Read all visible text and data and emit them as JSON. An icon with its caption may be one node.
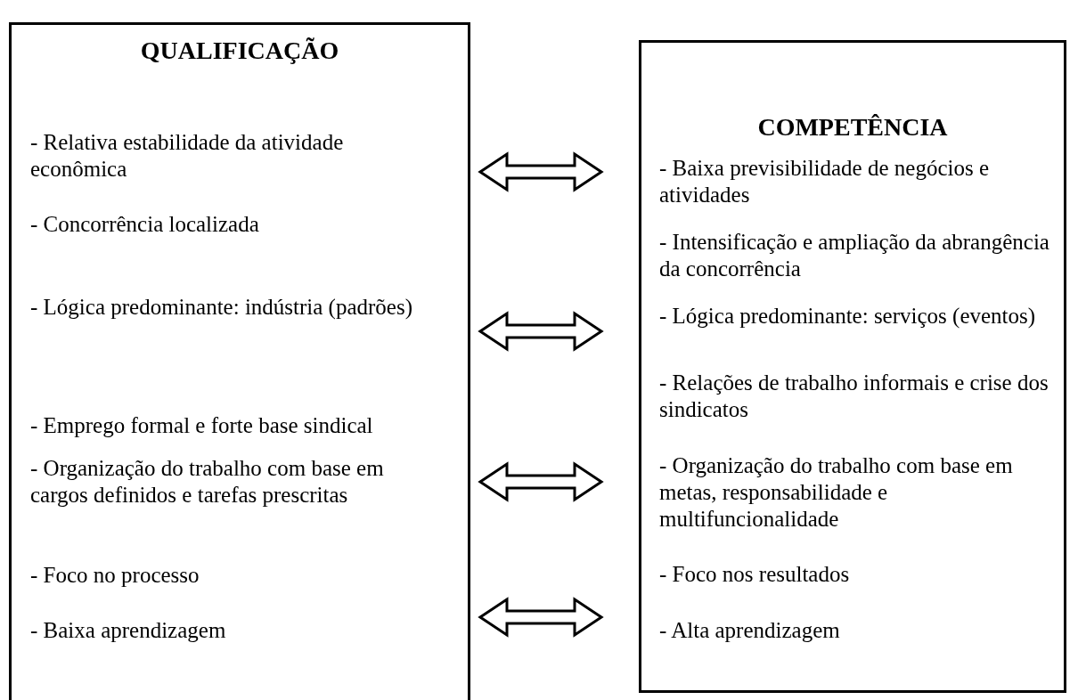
{
  "diagram": {
    "nodes": [
      {
        "text": [
          "QUALIFICAÇÃO",
          "- Relativa estabilidade da atividade econômica",
          "- Concorrência localizada",
          "- Lógica predominante: indústria (padrões)",
          "- Emprego formal e forte base sindical",
          "- Organização do trabalho com base em cargos definidos e tarefas prescritas",
          "- Foco no processo",
          "- Baixa aprendizagem"
        ]
      },
      {
        "text": [
          "COMPETÊNCIA",
          "- Baixa previsibilidade de negócios e atividades",
          "- Intensificação e ampliação da abrangência da concorrência",
          "- Lógica predominante: serviços (eventos)",
          "- Relações de trabalho informais e crise dos sindicatos",
          "- Organização do trabalho com base em metas, responsabilidade e multifuncionalidade",
          "- Foco nos resultados",
          "- Alta aprendizagem"
        ]
      }
    ],
    "edges": [
      {
        "from": 0,
        "to": 1,
        "arrow": "both"
      },
      {
        "from": 0,
        "to": 1,
        "arrow": "both"
      },
      {
        "from": 0,
        "to": 1,
        "arrow": "both"
      },
      {
        "from": 0,
        "to": 1,
        "arrow": "both"
      }
    ]
  }
}
